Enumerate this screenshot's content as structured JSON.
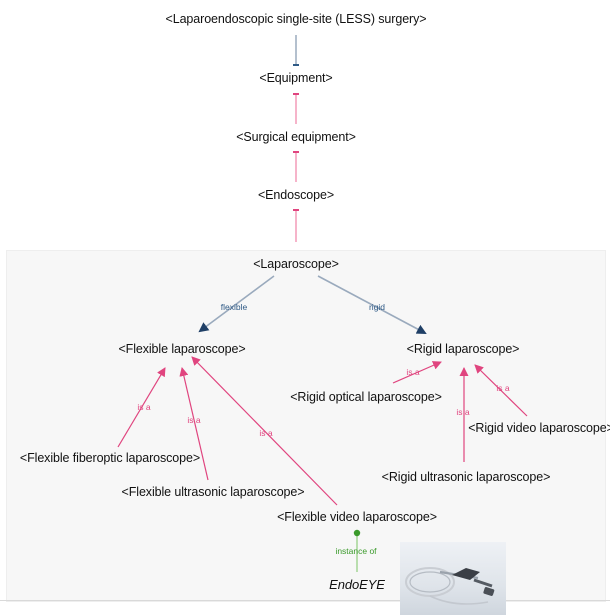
{
  "diagram": {
    "nodes": {
      "less": "<Laparoendoscopic single-site (LESS) surgery>",
      "equipment": "<Equipment>",
      "surgical_equipment": "<Surgical equipment>",
      "endoscope": "<Endoscope>",
      "laparoscope": "<Laparoscope>",
      "flexible_laparoscope": "<Flexible laparoscope>",
      "rigid_laparoscope": "<Rigid laparoscope>",
      "rigid_optical": "<Rigid optical laparoscope>",
      "rigid_video": "<Rigid video laparoscope>",
      "rigid_ultrasonic": "<Rigid ultrasonic laparoscope>",
      "flexible_fiberoptic": "<Flexible fiberoptic laparoscope>",
      "flexible_ultrasonic": "<Flexible ultrasonic laparoscope>",
      "flexible_video": "<Flexible video laparoscope>",
      "endoeye": "EndoEYE"
    },
    "edge_labels": {
      "flexible": "flexible",
      "rigid": "rigid",
      "is_a": "is a",
      "instance_of": "instance of"
    },
    "colors": {
      "blue_link": "#2f5a86",
      "grey_link": "#9aaabd",
      "pink_link": "#e0457f",
      "green_link": "#3a9a2a"
    }
  }
}
